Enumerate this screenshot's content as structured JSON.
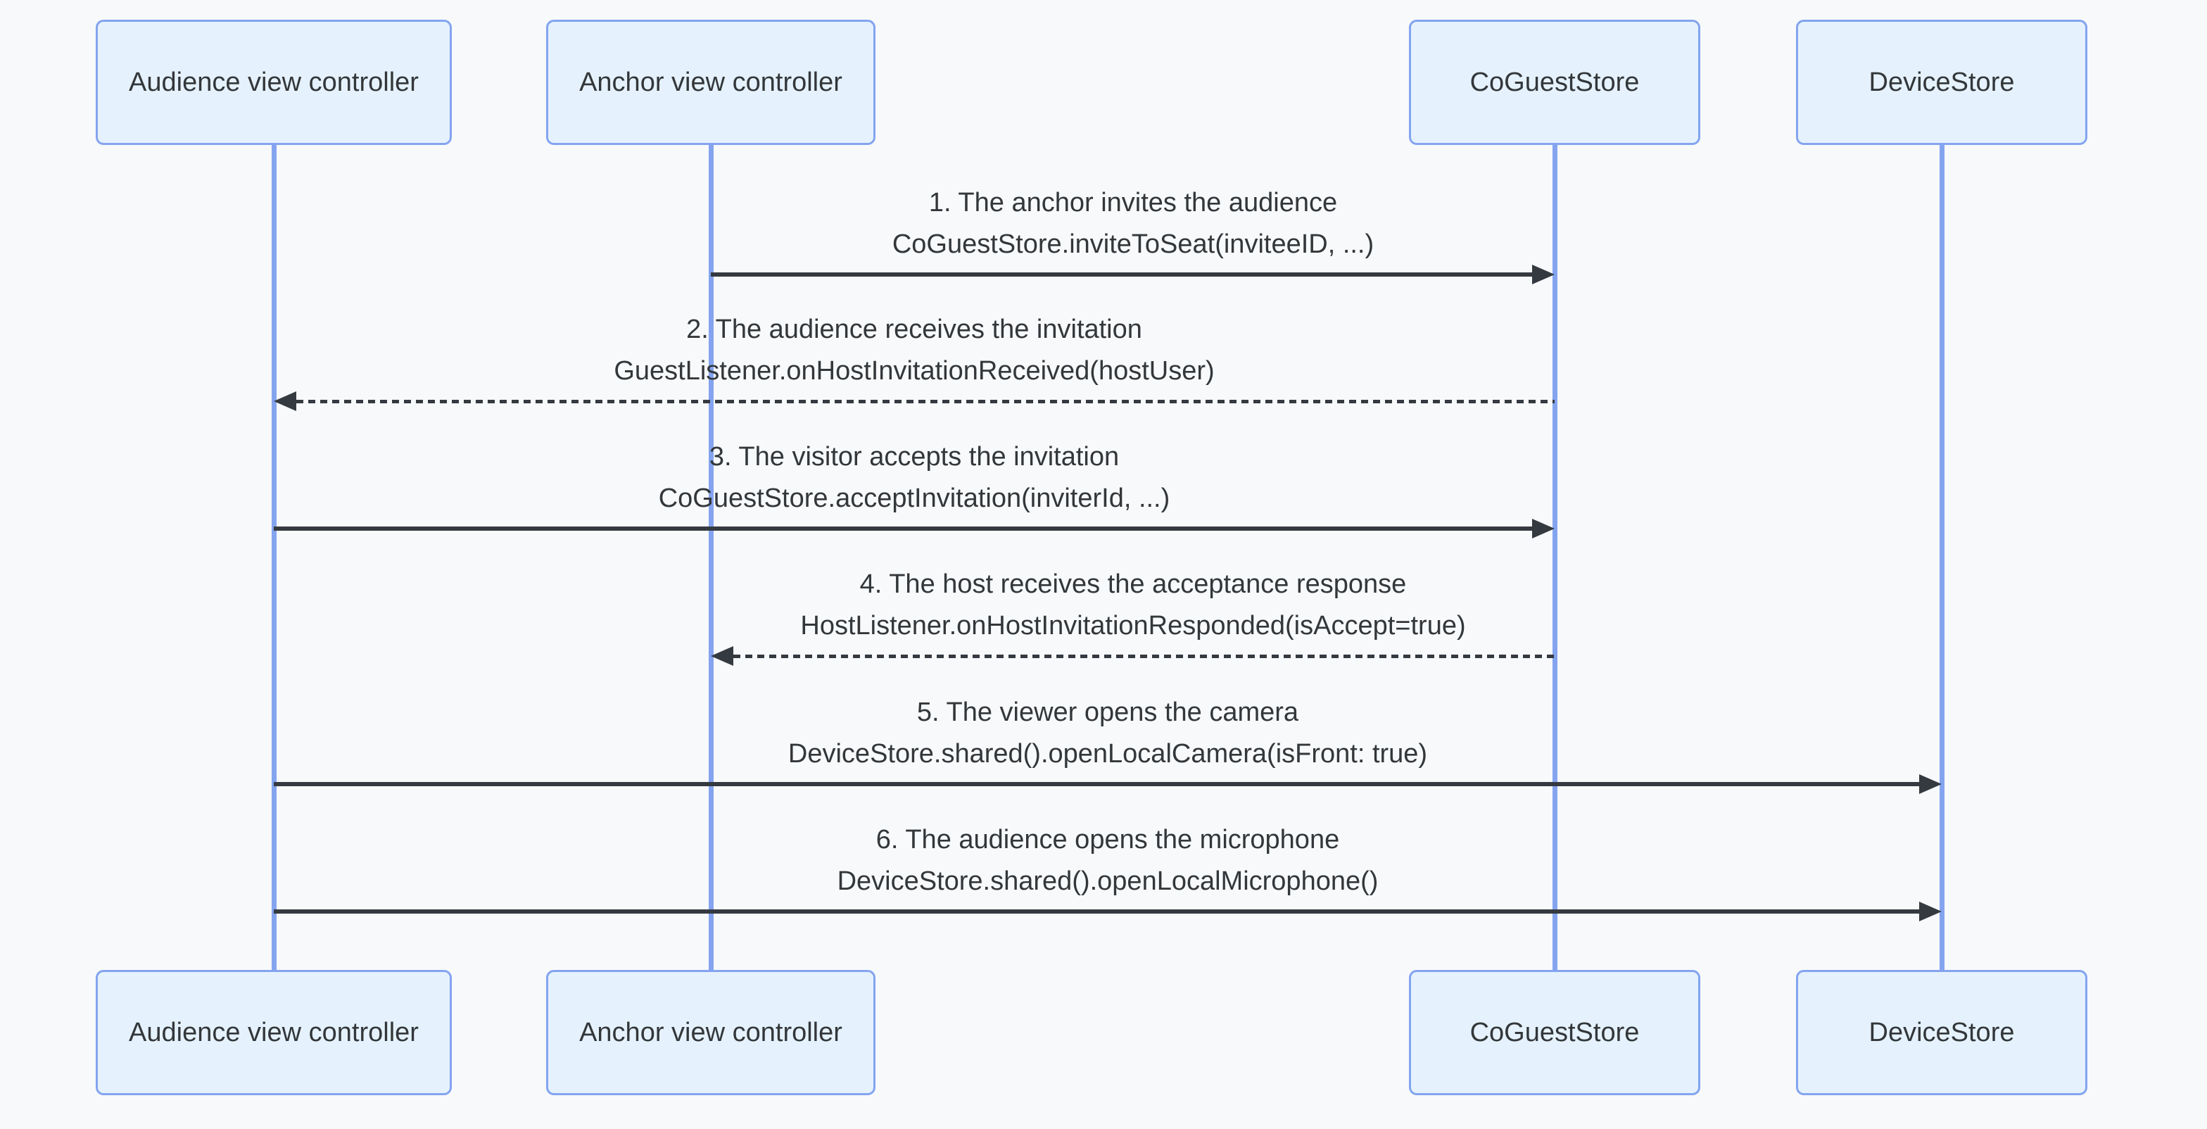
{
  "diagram_type": "sequence",
  "colors": {
    "background": "#f7f9fb",
    "participant_fill": "#e5f2fd",
    "participant_border": "#84a4f0",
    "lifeline": "#84a4f0",
    "arrow": "#343a40",
    "text": "#33373a"
  },
  "participants": [
    {
      "name": "Audience view controller"
    },
    {
      "name": "Anchor view controller"
    },
    {
      "name": "CoGuestStore"
    },
    {
      "name": "DeviceStore"
    }
  ],
  "messages": [
    {
      "label": "1. The anchor invites the audience",
      "code": "CoGuestStore.inviteToSeat(inviteeID, ...)",
      "from": "Anchor view controller",
      "to": "CoGuestStore",
      "line_style": "solid",
      "direction": "right"
    },
    {
      "label": "2. The audience receives the invitation",
      "code": "GuestListener.onHostInvitationReceived(hostUser)",
      "from": "CoGuestStore",
      "to": "Audience view controller",
      "line_style": "dotted",
      "direction": "left"
    },
    {
      "label": "3. The visitor accepts the invitation",
      "code": "CoGuestStore.acceptInvitation(inviterId, ...)",
      "from": "Audience view controller",
      "to": "CoGuestStore",
      "line_style": "solid",
      "direction": "right"
    },
    {
      "label": "4. The host receives the acceptance response",
      "code": "HostListener.onHostInvitationResponded(isAccept=true)",
      "from": "CoGuestStore",
      "to": "Anchor view controller",
      "line_style": "dotted",
      "direction": "left"
    },
    {
      "label": "5. The viewer opens the camera",
      "code": "DeviceStore.shared().openLocalCamera(isFront: true)",
      "from": "Audience view controller",
      "to": "DeviceStore",
      "line_style": "solid",
      "direction": "right"
    },
    {
      "label": "6. The audience opens the microphone",
      "code": "DeviceStore.shared().openLocalMicrophone()",
      "from": "Audience view controller",
      "to": "DeviceStore",
      "line_style": "solid",
      "direction": "right"
    }
  ]
}
